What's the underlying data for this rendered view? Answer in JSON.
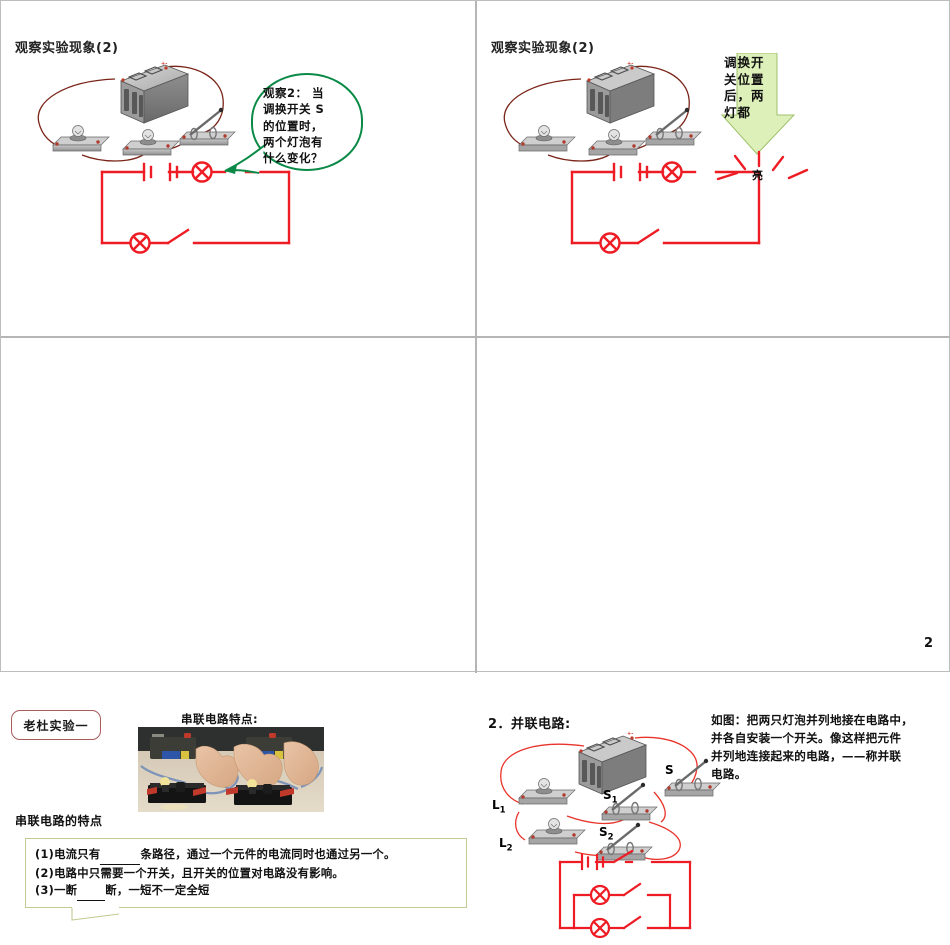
{
  "document": {
    "page_number": "2",
    "colors": {
      "schematic_red": "#ee1c24",
      "bubble_green": "#0a8a46",
      "arrow_green_fill": "#ddf0b9",
      "arrow_green_stroke": "#9ec16a",
      "tagbox_border": "#a85b5b",
      "factbox_border": "#c3cb93",
      "wire_dark_red": "#7a2418",
      "wire_bright_red": "#e8342b",
      "divider_gray": "#b5b5b5"
    }
  },
  "slide_top_left": {
    "header": "观察实验现象(2)",
    "apparatus_name": "series-circuit-apparatus",
    "schematic_name": "series-circuit-schematic",
    "bubble": {
      "text": "观察2： 当\n调换开关 S\n的位置时，\n两个灯泡有\n什么变化？"
    }
  },
  "slide_top_right": {
    "header": "观察实验现象(2)",
    "apparatus_name": "series-circuit-apparatus",
    "schematic_name": "series-circuit-schematic",
    "arrow": {
      "text": "调换开\n关位置\n后，两\n灯都"
    },
    "burst_label": "亮"
  },
  "slide_bottom_left": {
    "tag_label": "老杜实验一",
    "photo_caption": "串联电路特点:",
    "photo_alt": "hands-connecting-two-lamp-holders-photo",
    "section_heading": "串联电路的特点",
    "facts": [
      {
        "prefix": "(1)电流只有",
        "blank_width": 40,
        "suffix": "条路径，通过一个元件的电流同时也通过另一个。"
      },
      {
        "prefix": "(2)电路中只需要一个开关，且开关的位置对电路没有影响。",
        "blank_width": 0,
        "suffix": ""
      },
      {
        "prefix": "(3)一断",
        "blank_width": 28,
        "suffix": "断，一短不一定全短"
      }
    ]
  },
  "slide_bottom_right": {
    "header": "2．并联电路:",
    "apparatus_name": "parallel-circuit-apparatus",
    "schematic_name": "parallel-circuit-schematic",
    "component_labels": {
      "lamp1": "L",
      "lamp1_sub": "1",
      "lamp2": "L",
      "lamp2_sub": "2",
      "switch_main": "S",
      "switch1": "S",
      "switch1_sub": "1",
      "switch2": "S",
      "switch2_sub": "2"
    },
    "description": "如图：把两只灯泡并列地接在电路中，\n并各自安装一个开关。像这样把元件\n并列地连接起来的电路，——称并联\n电路。"
  }
}
